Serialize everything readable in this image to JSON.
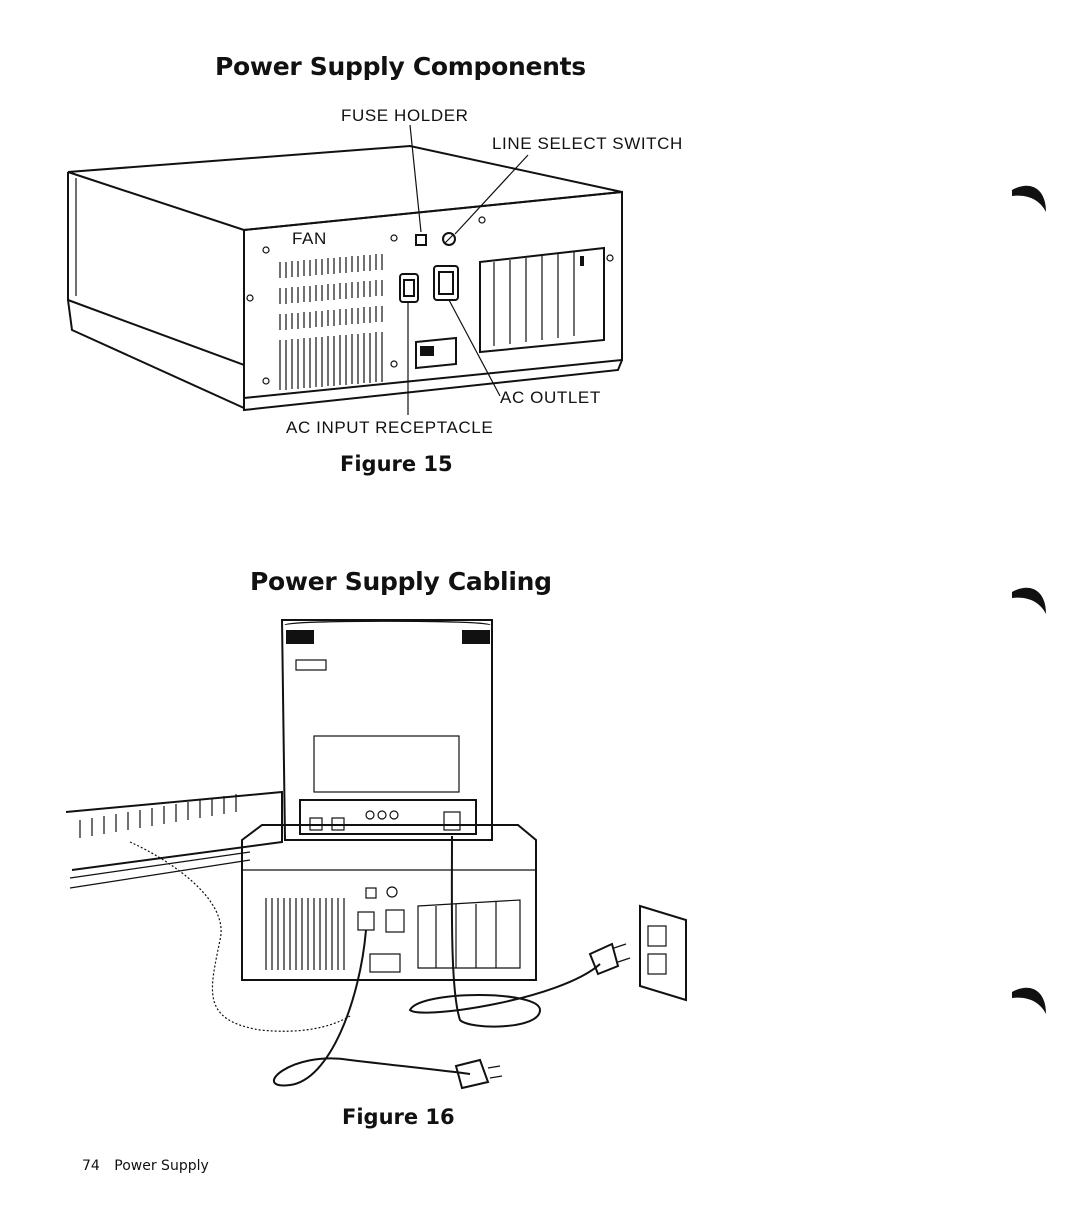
{
  "figure15": {
    "title": "Power Supply Components",
    "caption": "Figure 15",
    "callouts": {
      "fuse_holder": "FUSE HOLDER",
      "line_select_switch": "LINE SELECT SWITCH",
      "fan": "FAN",
      "ac_outlet": "AC OUTLET",
      "ac_input_receptacle": "AC INPUT RECEPTACLE"
    }
  },
  "figure16": {
    "title": "Power Supply Cabling",
    "caption": "Figure 16"
  },
  "footer": {
    "page_number": "74",
    "section": "Power Supply"
  }
}
